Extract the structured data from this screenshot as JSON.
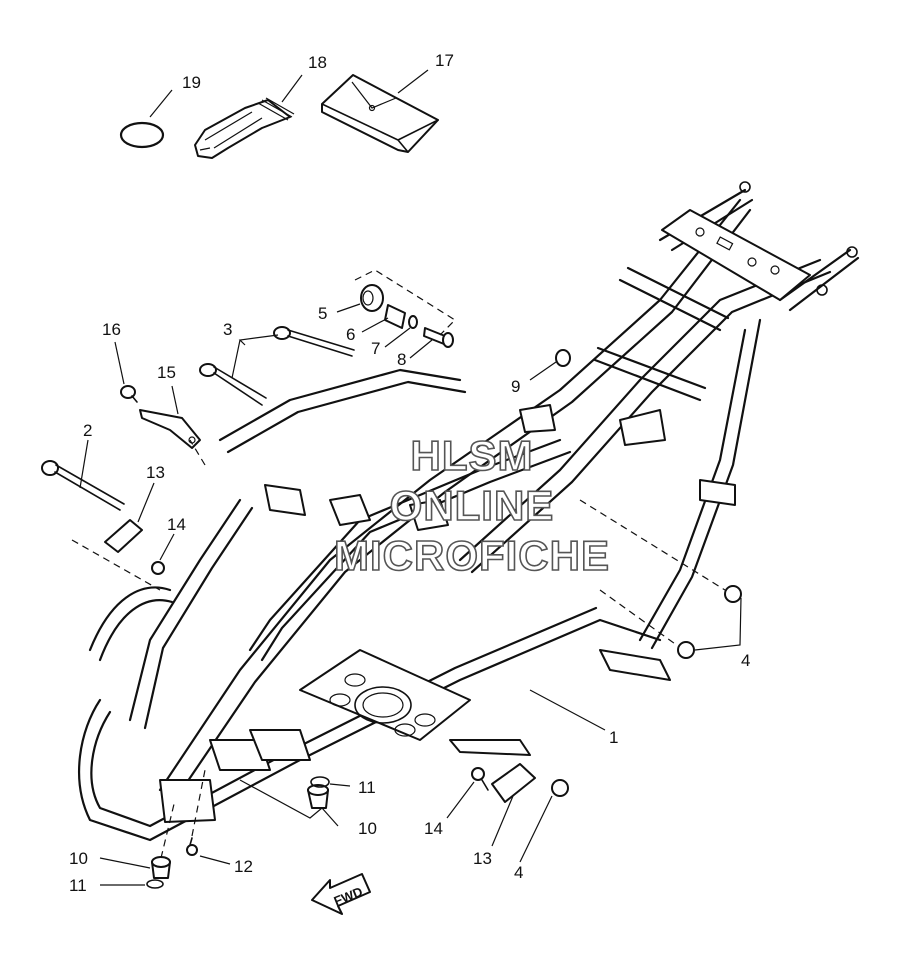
{
  "callouts": [
    {
      "id": "c19",
      "label": "19"
    },
    {
      "id": "c18",
      "label": "18"
    },
    {
      "id": "c17",
      "label": "17"
    },
    {
      "id": "c5",
      "label": "5"
    },
    {
      "id": "c6",
      "label": "6"
    },
    {
      "id": "c7",
      "label": "7"
    },
    {
      "id": "c8",
      "label": "8"
    },
    {
      "id": "c3",
      "label": "3"
    },
    {
      "id": "c16",
      "label": "16"
    },
    {
      "id": "c15",
      "label": "15"
    },
    {
      "id": "c9",
      "label": "9"
    },
    {
      "id": "c2",
      "label": "2"
    },
    {
      "id": "c13a",
      "label": "13"
    },
    {
      "id": "c14a",
      "label": "14"
    },
    {
      "id": "c4a",
      "label": "4"
    },
    {
      "id": "c1",
      "label": "1"
    },
    {
      "id": "c11a",
      "label": "11"
    },
    {
      "id": "c10a",
      "label": "10"
    },
    {
      "id": "c14b",
      "label": "14"
    },
    {
      "id": "c13b",
      "label": "13"
    },
    {
      "id": "c4b",
      "label": "4"
    },
    {
      "id": "c12",
      "label": "12"
    },
    {
      "id": "c10b",
      "label": "10"
    },
    {
      "id": "c11b",
      "label": "11"
    }
  ],
  "watermark": {
    "line1": "HLSM",
    "line2": "ONLINE",
    "line3": "MICROFICHE"
  },
  "direction_marker": {
    "label": "FWD"
  }
}
